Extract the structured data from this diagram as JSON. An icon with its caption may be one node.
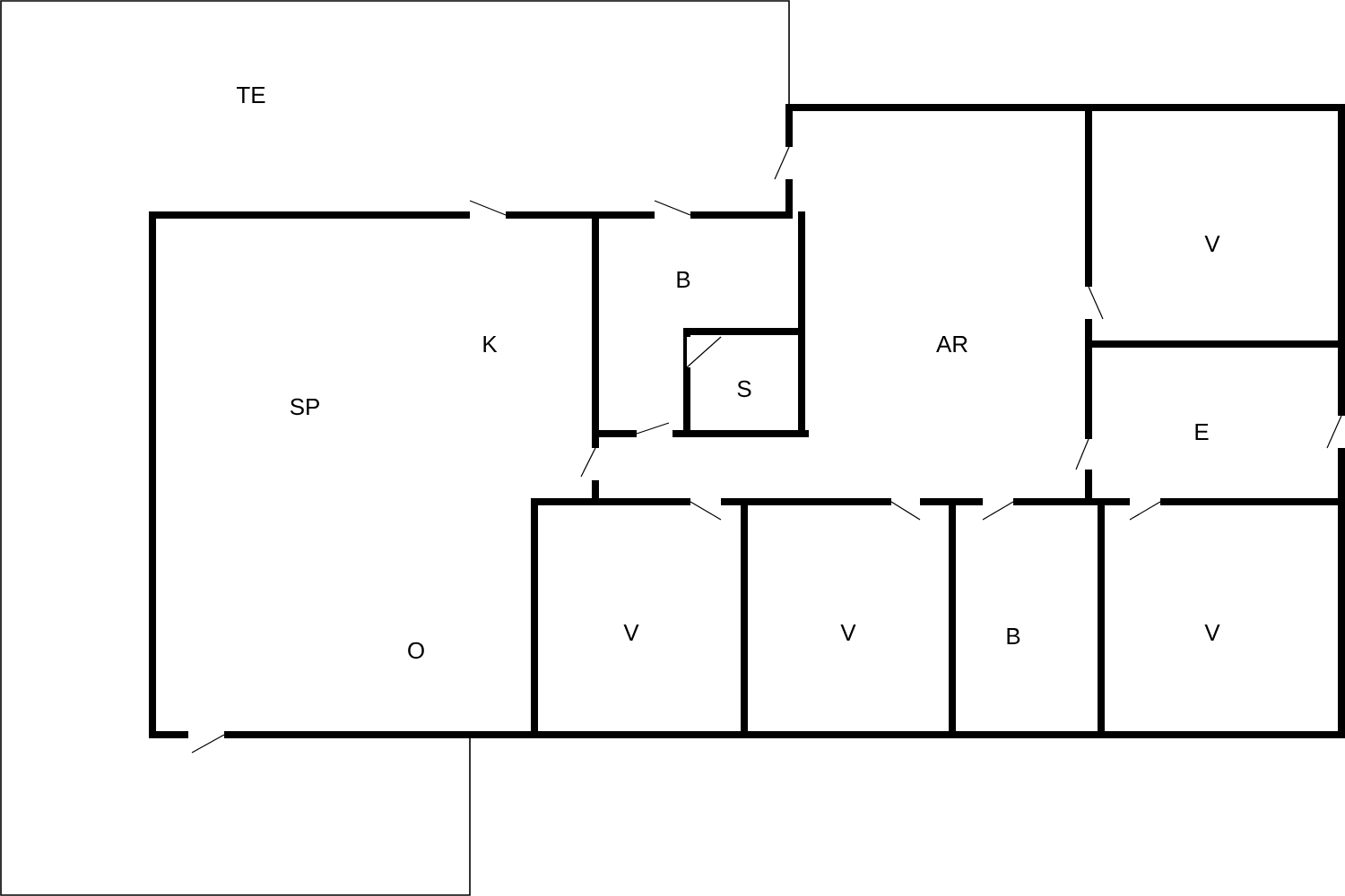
{
  "diagram": {
    "nodes": [
      {
        "text": [
          "TE"
        ]
      },
      {
        "text": [
          "SP",
          "K",
          "O"
        ]
      },
      {
        "text": [
          "B"
        ]
      },
      {
        "text": [
          "S"
        ]
      },
      {
        "text": [
          "AR"
        ]
      },
      {
        "text": [
          "V"
        ]
      },
      {
        "text": [
          "E"
        ]
      },
      {
        "text": [
          "V"
        ]
      },
      {
        "text": [
          "V"
        ]
      },
      {
        "text": [
          "B"
        ]
      },
      {
        "text": [
          "V"
        ]
      }
    ]
  }
}
